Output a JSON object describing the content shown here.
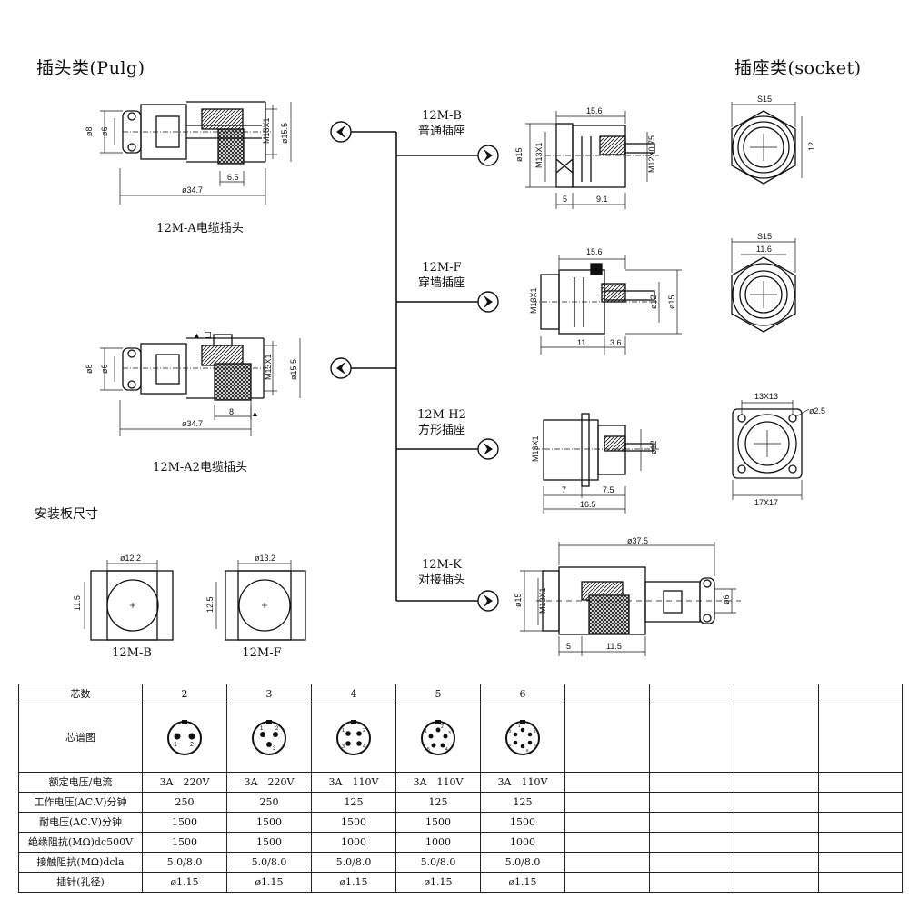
{
  "headers": {
    "plug": "插头类(Pulg)",
    "socket": "插座类(socket)",
    "panel": "安装板尺寸"
  },
  "plugs": [
    {
      "caption": "12M-A电缆插头",
      "dims": {
        "d1": "ø8",
        "d2": "ø6",
        "thread": "M13X1",
        "outer": "ø15.5",
        "inner": "6.5",
        "total": "ø34.7"
      }
    },
    {
      "caption": "12M-A2电缆插头",
      "dims": {
        "d1": "ø8",
        "d2": "ø6",
        "thread": "M13X1",
        "outer": "ø15.5",
        "inner": "8",
        "total": "ø34.7"
      }
    }
  ],
  "sockets": [
    {
      "code": "12M-B",
      "name": "普通插座",
      "dims": {
        "top": "15.6",
        "d": "ø15",
        "thread": "M13X1",
        "rt": "M12X0.75",
        "b1": "5",
        "b2": "9.1"
      }
    },
    {
      "code": "12M-F",
      "name": "穿墙插座",
      "dims": {
        "top": "15.6",
        "thread": "M13X1",
        "d1": "ø12",
        "d2": "ø15",
        "b1": "11",
        "b2": "3.6"
      }
    },
    {
      "code": "12M-H2",
      "name": "方形插座",
      "dims": {
        "thread": "M13X1",
        "d": "ø12",
        "b1": "7",
        "b2": "7.5",
        "b3": "16.5"
      }
    },
    {
      "code": "12M-K",
      "name": "对接插头",
      "dims": {
        "top": "ø37.5",
        "d": "ø15",
        "thread": "M13X1",
        "d2": "ø6",
        "b1": "5",
        "b2": "11.5"
      }
    }
  ],
  "socket_views": [
    {
      "top": "S15",
      "side": "12"
    },
    {
      "top": "S15",
      "inner": "11.6"
    },
    {
      "top": "13X13",
      "hole": "ø2.5",
      "bottom": "17X17"
    }
  ],
  "panels": [
    {
      "caption": "12M-B",
      "d": "ø12.2",
      "h": "11.5"
    },
    {
      "caption": "12M-F",
      "d": "ø13.2",
      "h": "12.5"
    }
  ],
  "misc": {
    "mark": "▲",
    "box": "口"
  },
  "table": {
    "headers": [
      "芯数",
      "2",
      "3",
      "4",
      "5",
      "6"
    ],
    "pin_row_label": "芯谱图",
    "pin_numbers": [
      [
        "1",
        "2"
      ],
      [
        "1",
        "2",
        "3"
      ],
      [
        "1",
        "2",
        "3",
        "4"
      ],
      [
        "1",
        "2",
        "3",
        "4",
        "5"
      ],
      [
        "1",
        "2",
        "3",
        "4",
        "5",
        "6"
      ]
    ],
    "rows": [
      {
        "label": "额定电压/电流",
        "values": [
          "3A　220V",
          "3A　220V",
          "3A　110V",
          "3A　110V",
          "3A　110V"
        ]
      },
      {
        "label": "工作电压(AC.V)分钟",
        "values": [
          "250",
          "250",
          "125",
          "125",
          "125"
        ]
      },
      {
        "label": "耐电压(AC.V)分钟",
        "values": [
          "1500",
          "1500",
          "1500",
          "1500",
          "1500"
        ]
      },
      {
        "label": "绝缘阻抗(MΩ)dc500V",
        "values": [
          "1500",
          "1500",
          "1000",
          "1000",
          "1000"
        ]
      },
      {
        "label": "接触阻抗(MΩ)dcla",
        "values": [
          "5.0/8.0",
          "5.0/8.0",
          "5.0/8.0",
          "5.0/8.0",
          "5.0/8.0"
        ]
      },
      {
        "label": "插针(孔径)",
        "values": [
          "ø1.15",
          "ø1.15",
          "ø1.15",
          "ø1.15",
          "ø1.15"
        ]
      }
    ]
  }
}
